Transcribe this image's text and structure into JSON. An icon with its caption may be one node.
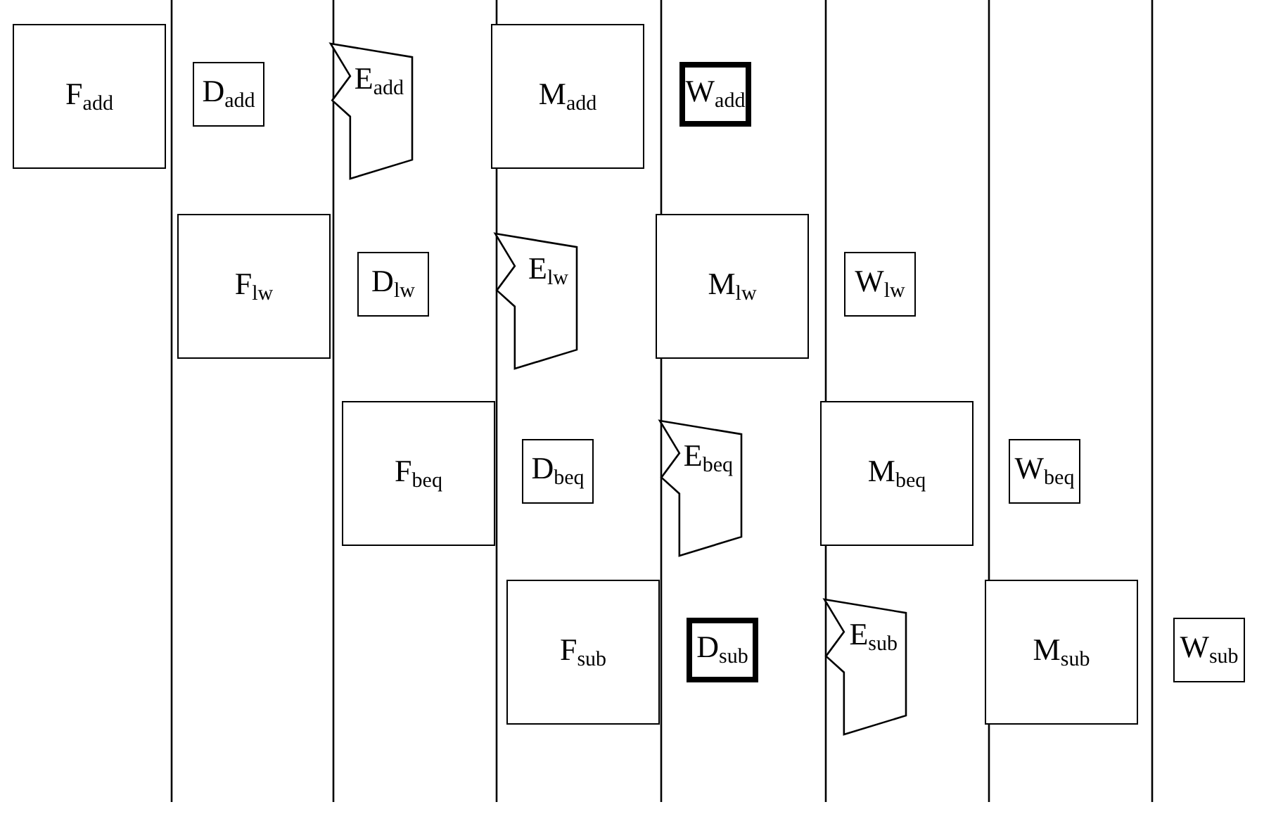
{
  "diagram": {
    "nodes": [
      {
        "text": [
          "F$_{add}$"
        ]
      },
      {
        "text": [
          "D$_{add}$"
        ]
      },
      {
        "text": [
          "E$_{add}$"
        ]
      },
      {
        "text": [
          "M$_{add}$"
        ]
      },
      {
        "text": [
          "W$_{add}$"
        ]
      },
      {
        "text": [
          "F$_{lw}$"
        ]
      },
      {
        "text": [
          "D$_{lw}$"
        ]
      },
      {
        "text": [
          "E$_{lw}$"
        ]
      },
      {
        "text": [
          "M$_{lw}$"
        ]
      },
      {
        "text": [
          "W$_{lw}$"
        ]
      },
      {
        "text": [
          "F$_{beq}$"
        ]
      },
      {
        "text": [
          "D$_{beq}$"
        ]
      },
      {
        "text": [
          "E$_{beq}$"
        ]
      },
      {
        "text": [
          "M$_{beq}$"
        ]
      },
      {
        "text": [
          "W$_{beq}$"
        ]
      },
      {
        "text": [
          "F$_{sub}$"
        ]
      },
      {
        "text": [
          "D$_{sub}$"
        ]
      },
      {
        "text": [
          "E$_{sub}$"
        ]
      },
      {
        "text": [
          "M$_{sub}$"
        ]
      },
      {
        "text": [
          "W$_{sub}$"
        ]
      }
    ]
  }
}
